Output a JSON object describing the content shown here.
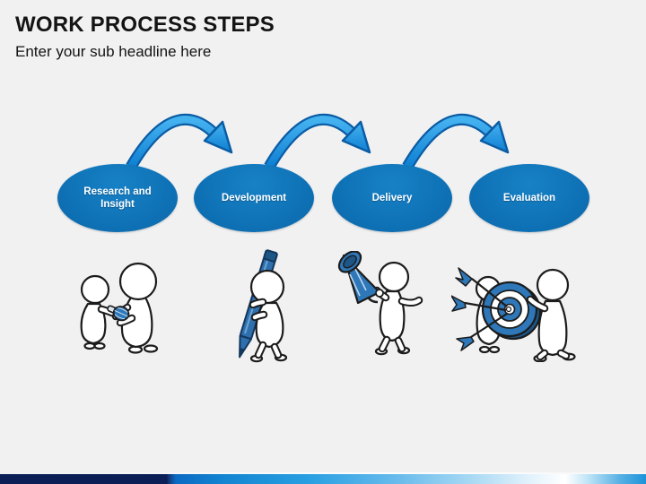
{
  "slide": {
    "title": "WORK PROCESS STEPS",
    "subtitle": "Enter your sub headline here",
    "colors": {
      "background": "#f1f1f2",
      "ellipse_blue": "#0f72b8",
      "arrow_fill_blue": "#1e98e4",
      "arrow_outline_blue": "#0a5ca4",
      "illustration_accent_blue": "#2e77b8",
      "footer_navy": "#0b1e56",
      "footer_sky_blue": "#1d93da",
      "title_text": "#141414",
      "ellipse_label_text": "#ffffff"
    },
    "steps": [
      {
        "label": "Research and Insight",
        "illustration": "interview-people-icon"
      },
      {
        "label": "Development",
        "illustration": "person-writing-pen-icon"
      },
      {
        "label": "Delivery",
        "illustration": "person-megaphone-icon"
      },
      {
        "label": "Evaluation",
        "illustration": "people-target-arrows-icon"
      }
    ]
  }
}
